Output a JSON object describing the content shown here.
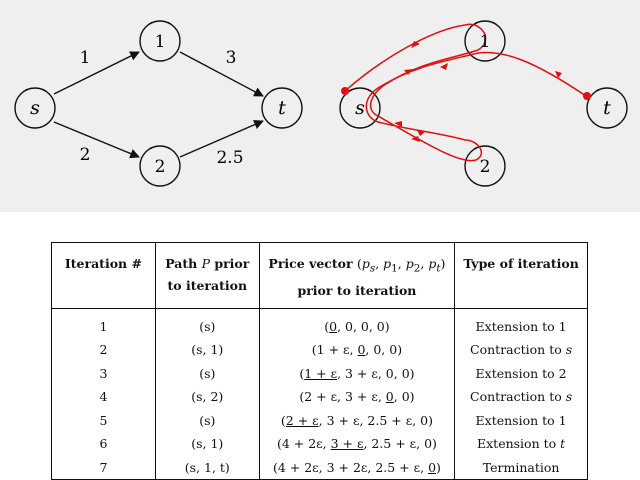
{
  "left_graph": {
    "nodes": {
      "s": "s",
      "n1": "1",
      "n2": "2",
      "t": "t"
    },
    "edge_weights": {
      "s_1": "1",
      "s_2": "2",
      "1_t": "3",
      "2_t": "2.5"
    }
  },
  "right_graph": {
    "nodes": {
      "s": "s",
      "n1": "1",
      "n2": "2",
      "t": "t"
    },
    "path_color": "#e01010"
  },
  "table": {
    "headers": {
      "iteration": "Iteration #",
      "path_line1_pre": "Path ",
      "path_line1_var": "P",
      "path_line1_post": " prior",
      "path_line2": "to iteration",
      "price_line1": "Price vector ",
      "price_line1_math": "(p_s, p_1, p_2, p_t)",
      "price_line2": "prior to iteration",
      "type": "Type of iteration"
    },
    "rows": [
      {
        "iteration": "1",
        "path": "(s)",
        "price_pre": "(",
        "price_ul": "0",
        "price_post": ", 0, 0, 0)",
        "type_text": "Extension to 1",
        "type_var": ""
      },
      {
        "iteration": "2",
        "path": "(s, 1)",
        "price_pre": "(1 + ε, ",
        "price_ul": "0",
        "price_post": ", 0, 0)",
        "type_text": "Contraction to ",
        "type_var": "s"
      },
      {
        "iteration": "3",
        "path": "(s)",
        "price_pre": "(",
        "price_ul": "1 + ε",
        "price_post": ", 3 + ε, 0, 0)",
        "type_text": "Extension to 2",
        "type_var": ""
      },
      {
        "iteration": "4",
        "path": "(s, 2)",
        "price_pre": "(2 + ε, 3 + ε, ",
        "price_ul": "0",
        "price_post": ", 0)",
        "type_text": "Contraction to ",
        "type_var": "s"
      },
      {
        "iteration": "5",
        "path": "(s)",
        "price_pre": "(",
        "price_ul": "2 + ε",
        "price_post": ", 3 + ε, 2.5 + ε, 0)",
        "type_text": "Extension to 1",
        "type_var": ""
      },
      {
        "iteration": "6",
        "path": "(s, 1)",
        "price_pre": "(4 + 2ε, ",
        "price_ul": "3 + ε",
        "price_post": ", 2.5 + ε, 0)",
        "type_text": "Extension to ",
        "type_var": "t"
      },
      {
        "iteration": "7",
        "path": "(s, 1, t)",
        "price_pre": "(4 + 2ε, 3 + 2ε, 2.5 + ε, ",
        "price_ul": "0",
        "price_post": ")",
        "type_text": "Termination",
        "type_var": ""
      }
    ]
  }
}
